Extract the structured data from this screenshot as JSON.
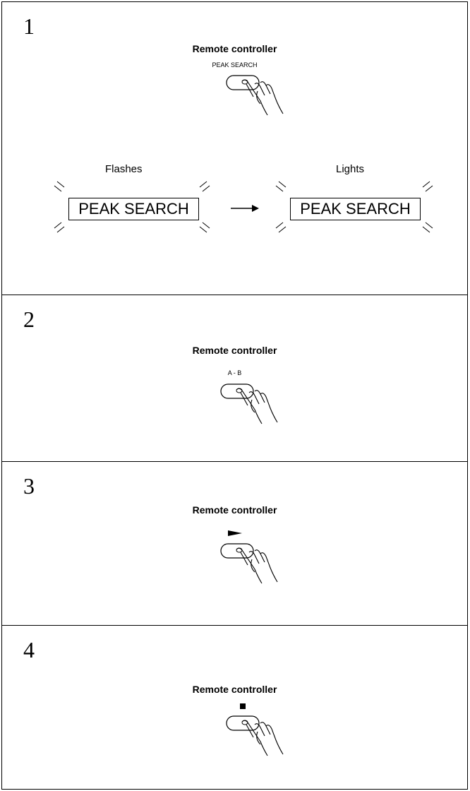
{
  "steps": [
    {
      "number": "1",
      "remote_label": "Remote controller",
      "button_label": "PEAK SEARCH",
      "flashes_caption": "Flashes",
      "lights_caption": "Lights",
      "display_text_flash": "PEAK SEARCH",
      "display_text_light": "PEAK SEARCH"
    },
    {
      "number": "2",
      "remote_label": "Remote controller",
      "button_label": "A - B"
    },
    {
      "number": "3",
      "remote_label": "Remote controller",
      "button_symbol": "play-icon"
    },
    {
      "number": "4",
      "remote_label": "Remote controller",
      "button_symbol": "stop-icon"
    }
  ]
}
